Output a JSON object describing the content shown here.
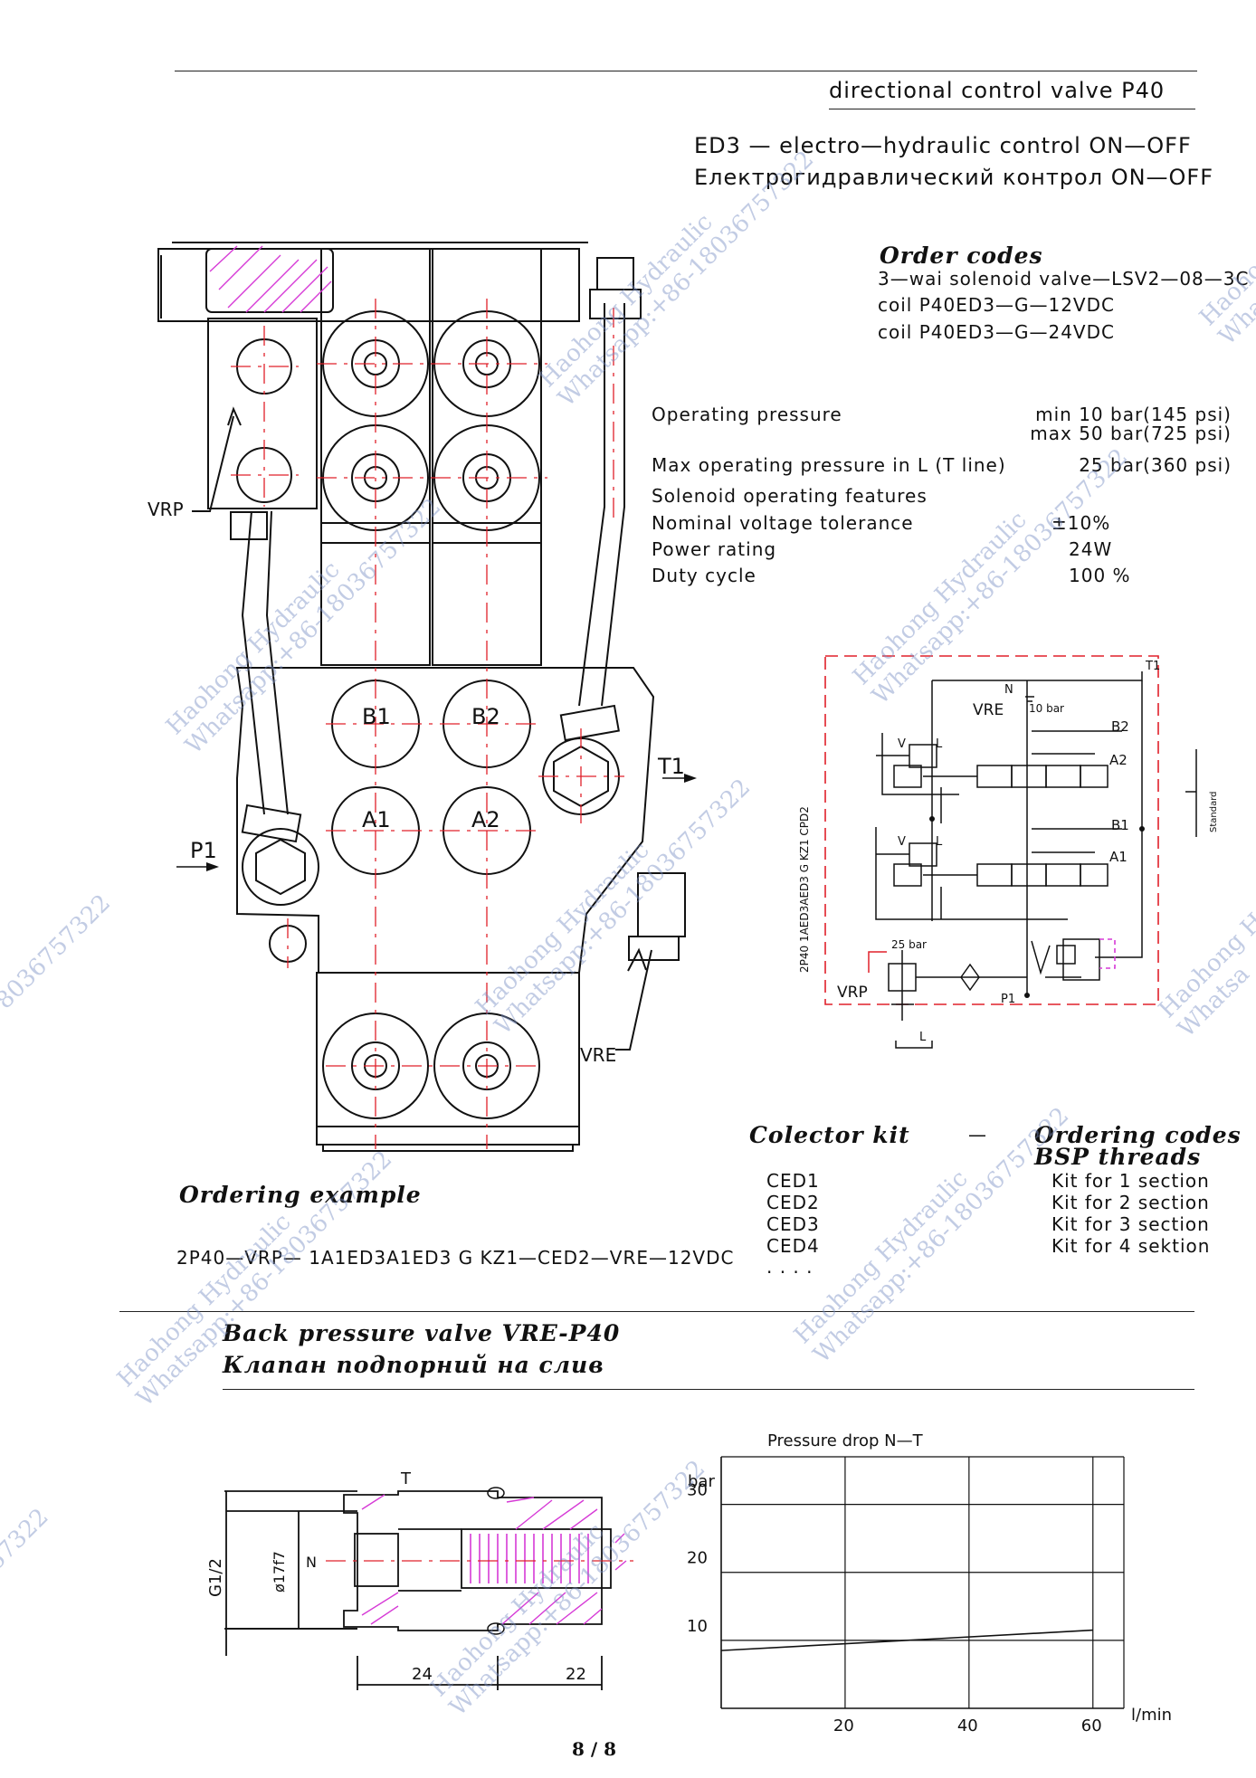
{
  "header": {
    "product": "directional control valve P40",
    "subtitle_en": "ED3 — electro—hydraulic control ON—OFF",
    "subtitle_ru": "Електрогидравлический контрол ON—OFF"
  },
  "order_codes": {
    "title": "Order codes",
    "lines": [
      "3—wai solenoid valve—LSV2—08—3C",
      "coil P40ED3—G—12VDC",
      "coil P40ED3—G—24VDC"
    ]
  },
  "specs": {
    "operating_pressure_label": "Operating pressure",
    "operating_pressure_min": "min 10 bar(145 psi)",
    "operating_pressure_max": "max 50 bar(725 psi)",
    "max_l_label": "Max operating pressure in L (T line)",
    "max_l_value": "25 bar(360 psi)",
    "solenoid_label": "Solenoid operating features",
    "tolerance_label": "Nominal voltage tolerance",
    "tolerance_value": "±10%",
    "power_label": "Power rating",
    "power_value": "24W",
    "duty_label": "Duty cycle",
    "duty_value": "100 %"
  },
  "valve_drawing": {
    "labels": {
      "vrp": "VRP",
      "p1": "P1",
      "t1": "T1",
      "b1": "B1",
      "b2": "B2",
      "a1": "A1",
      "a2": "A2",
      "vre": "VRE"
    }
  },
  "schematic": {
    "vertical_code": "2P40 1AED3AED3 G KZ1 CPD2",
    "labels": {
      "n": "N",
      "vre": "VRE",
      "vre_bar": "10 bar",
      "t1": "T1",
      "b2": "B2",
      "a2": "A2",
      "b1": "B1",
      "a1": "A1",
      "v": "V",
      "l": "L",
      "bar25": "25 bar",
      "vrp": "VRP",
      "p1": "P1",
      "l_bottom": "L",
      "standard": "Standard"
    }
  },
  "collector": {
    "title": "Colector kit",
    "dash": "—",
    "ordering_title": "Ordering codes",
    "bsp_title": "BSP threads",
    "rows": [
      {
        "code": "CED1",
        "desc": "Kit for 1 section"
      },
      {
        "code": "CED2",
        "desc": "Kit for 2 section"
      },
      {
        "code": "CED3",
        "desc": "Kit for 3 section"
      },
      {
        "code": "CED4",
        "desc": "Kit for 4 sektion"
      }
    ],
    "more": ". . . ."
  },
  "ordering_example": {
    "title": "Ordering example",
    "code": "2P40—VRP— 1A1ED3A1ED3 G KZ1—CED2—VRE—12VDC"
  },
  "back_pressure": {
    "title_en": "Back pressure valve VRE-P40",
    "title_ru": "Клапан подпорний на слив",
    "drawing_labels": {
      "t": "T",
      "g": "G1/2",
      "d": "ø17f7",
      "n": "N",
      "dim1": "24",
      "dim2": "22"
    }
  },
  "chart_data": {
    "type": "line",
    "title": "Pressure drop N—T",
    "xlabel": "l/min",
    "ylabel": "bar",
    "x_ticks": [
      20,
      40,
      60
    ],
    "y_ticks": [
      10,
      20,
      30
    ],
    "xlim": [
      0,
      65
    ],
    "ylim": [
      0,
      37
    ],
    "grid": true,
    "series": [
      {
        "x": [
          0,
          60
        ],
        "y": [
          8.5,
          11.5
        ]
      }
    ]
  },
  "watermark": {
    "line1": "Haohong Hydraulic",
    "line2": "Whatsapp:+86-18036757322",
    "partial": "8036757322",
    "partial2": "57322",
    "partial3": "Haohong H",
    "partial4": "Whatsa"
  },
  "footer": {
    "page": "8 / 8"
  },
  "colors": {
    "line": "#111111",
    "red": "#e0202a",
    "magenta": "#d63ad6",
    "watermark": "#7a8fc4"
  }
}
